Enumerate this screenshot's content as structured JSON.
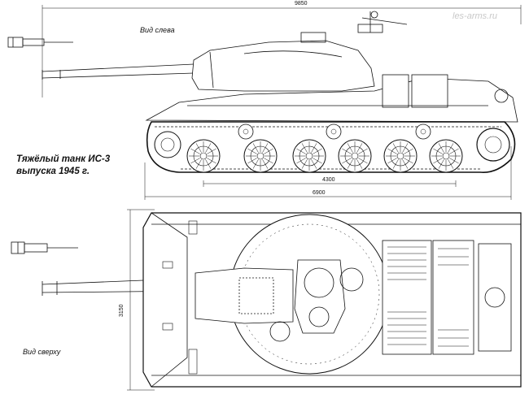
{
  "watermark": "les-arms.ru",
  "title_line1": "Тяжёлый танк ИС-3",
  "title_line2": "выпуска 1945 г.",
  "view_side": "Вид слева",
  "view_top": "Вид сверху",
  "dims": {
    "overall_length": "9850",
    "track_base": "4300",
    "hull_length": "6900",
    "width": "3150"
  },
  "colors": {
    "ink": "#111111",
    "paper": "#ffffff"
  }
}
